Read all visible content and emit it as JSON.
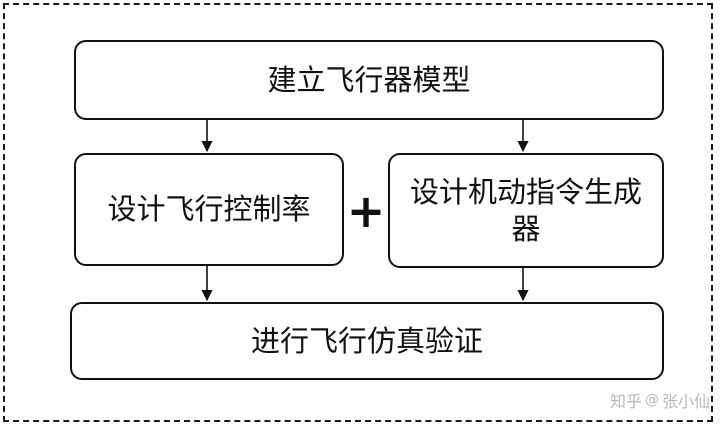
{
  "nodes": {
    "top": "建立飞行器模型",
    "left": "设计飞行控制率",
    "right": "设计机动指令生成器",
    "bottom": "进行飞行仿真验证"
  },
  "operator": "+",
  "watermark": {
    "site": "知乎",
    "at": "@",
    "author": "张小仙"
  },
  "colors": {
    "stroke": "#111111",
    "watermark": "#b8b8b8"
  }
}
